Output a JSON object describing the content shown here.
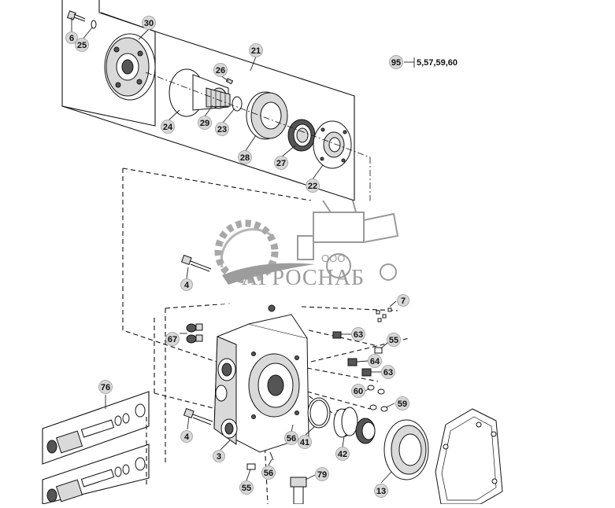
{
  "diagram": {
    "callouts": [
      {
        "id": "c6",
        "label": "6"
      },
      {
        "id": "c25",
        "label": "25"
      },
      {
        "id": "c30",
        "label": "30"
      },
      {
        "id": "c21",
        "label": "21"
      },
      {
        "id": "c26",
        "label": "26"
      },
      {
        "id": "c24",
        "label": "24"
      },
      {
        "id": "c29",
        "label": "29"
      },
      {
        "id": "c23",
        "label": "23"
      },
      {
        "id": "c28",
        "label": "28"
      },
      {
        "id": "c27",
        "label": "27"
      },
      {
        "id": "c22",
        "label": "22"
      },
      {
        "id": "c95",
        "label": "95"
      },
      {
        "id": "c4a",
        "label": "4"
      },
      {
        "id": "c7",
        "label": "7"
      },
      {
        "id": "c67",
        "label": "67"
      },
      {
        "id": "c63a",
        "label": "63"
      },
      {
        "id": "c55a",
        "label": "55"
      },
      {
        "id": "c64",
        "label": "64"
      },
      {
        "id": "c63b",
        "label": "63"
      },
      {
        "id": "c60",
        "label": "60"
      },
      {
        "id": "c59",
        "label": "59"
      },
      {
        "id": "c76",
        "label": "76"
      },
      {
        "id": "c4b",
        "label": "4"
      },
      {
        "id": "c56a",
        "label": "56"
      },
      {
        "id": "c41",
        "label": "41"
      },
      {
        "id": "c42",
        "label": "42"
      },
      {
        "id": "c3",
        "label": "3"
      },
      {
        "id": "c56b",
        "label": "56"
      },
      {
        "id": "c79",
        "label": "79"
      },
      {
        "id": "c55b",
        "label": "55"
      },
      {
        "id": "c13",
        "label": "13"
      }
    ],
    "reference_box": "5,57,59,60",
    "watermark": {
      "prefix": "ООО",
      "name": "АГРОСНАБ"
    }
  }
}
